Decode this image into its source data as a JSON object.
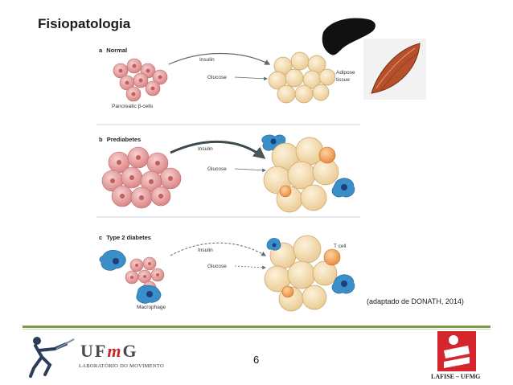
{
  "slide": {
    "title": "Fisiopatologia",
    "page_number": "6",
    "citation": "(adaptado de DONATH, 2014)"
  },
  "figure": {
    "panels": [
      {
        "letter": "a",
        "name": "Normal",
        "insulin": "Insulin",
        "glucose": "Glucose"
      },
      {
        "letter": "b",
        "name": "Prediabetes",
        "insulin": "Insulin",
        "glucose": "Glucose"
      },
      {
        "letter": "c",
        "name": "Type 2 diabetes",
        "insulin": "Insulin",
        "glucose": "Glucose"
      }
    ],
    "labels": {
      "beta_cells": "Pancreatic β-cells",
      "adipose_line1": "Adipose",
      "adipose_line2": "tissue",
      "t_cell": "T cell",
      "macrophage": "Macrophage"
    }
  },
  "footer": {
    "ufmg_u_f": "UF",
    "ufmg_m": "m",
    "ufmg_g": "G",
    "lab_name": "LABORATÓRIO DO MOVIMENTO",
    "lafise": "LAFISE – UFMG"
  },
  "colors": {
    "accent_rule": "#7f9b4a",
    "beta_cell": "#e8a1a1",
    "adipocyte": "#f3dcb0",
    "macrophage": "#3a8fc9",
    "logo_red": "#d4262c",
    "muscle": "#b5502b"
  }
}
